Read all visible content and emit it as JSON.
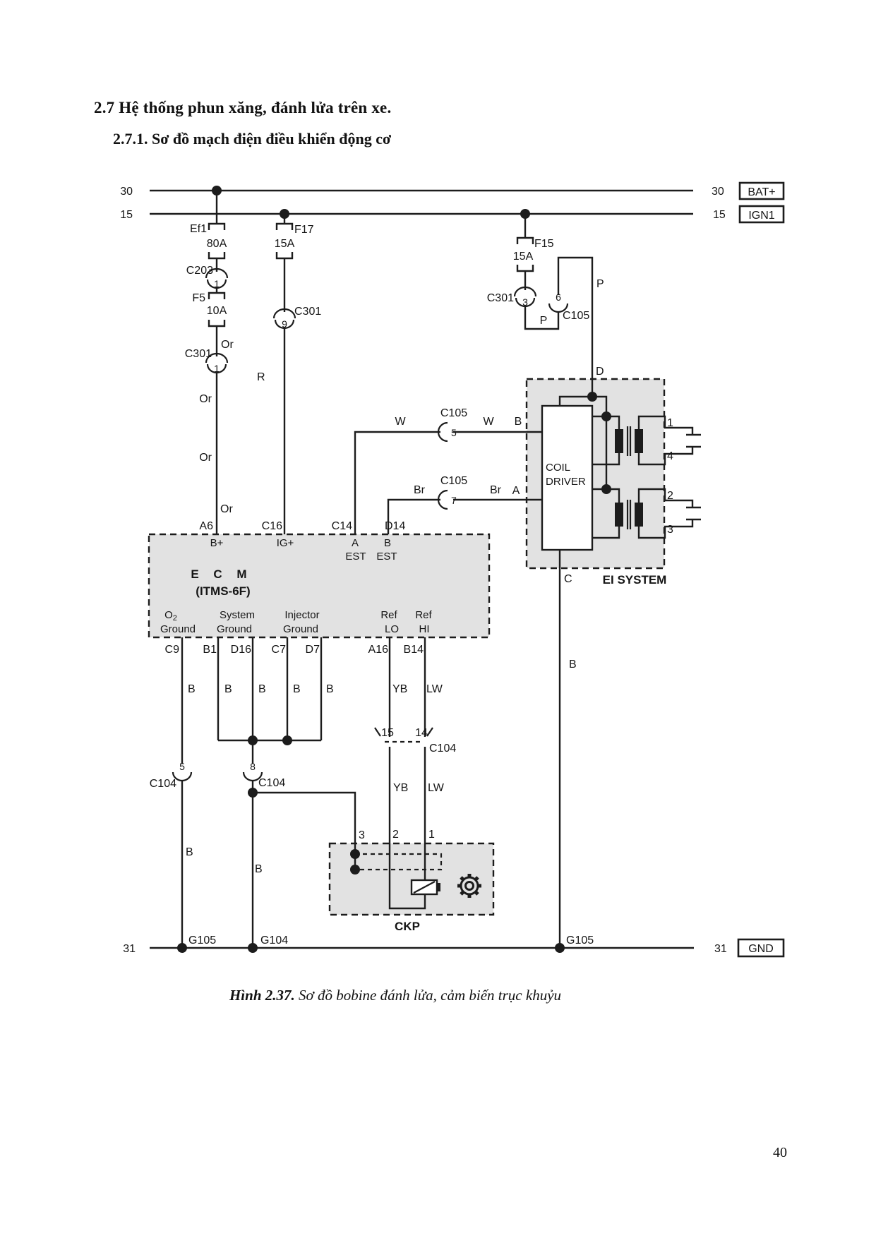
{
  "doc": {
    "heading1": "2.7 Hệ thống phun xăng, đánh lửa trên xe.",
    "heading2": "2.7.1. Sơ đồ mạch điện điều khiển động cơ",
    "caption_label": "Hình 2.37.",
    "caption_text": "Sơ đồ bobine đánh lửa, cảm biến trục khuỷu",
    "page_number": "40"
  },
  "rails": {
    "n30": "30",
    "n15": "15",
    "n31": "31",
    "bat": "BAT+",
    "ign": "IGN1",
    "gnd": "GND"
  },
  "fuses": {
    "ef1": "Ef1",
    "a80": "80A",
    "f17": "F17",
    "a15": "15A",
    "f15": "F15",
    "f5": "F5",
    "a10": "10A"
  },
  "connectors": {
    "c203": "C203",
    "c301": "C301",
    "c105": "C105",
    "c104": "C104"
  },
  "pins": {
    "n1": "1",
    "n2": "2",
    "n3": "3",
    "n4": "4",
    "n5": "5",
    "n6": "6",
    "n7": "7",
    "n8": "8",
    "n9": "9",
    "n14": "14",
    "n15": "15"
  },
  "wire_colors": {
    "or": "Or",
    "r": "R",
    "w": "W",
    "b": "B",
    "br": "Br",
    "p": "P",
    "yb": "YB",
    "lw": "LW"
  },
  "terminals": {
    "a": "A",
    "b": "B",
    "c": "C",
    "d": "D"
  },
  "ecm": {
    "name": "E C M",
    "model": "(ITMS-6F)",
    "pin_a6": "A6",
    "pin_c16": "C16",
    "pin_c14": "C14",
    "pin_d14": "D14",
    "b_plus": "B+",
    "ig_plus": "IG+",
    "est": "EST",
    "o2": "O",
    "o2_sub": "2",
    "ground": "Ground",
    "system": "System",
    "injector": "Injector",
    "ref": "Ref",
    "lo": "LO",
    "hi": "HI",
    "pin_c9": "C9",
    "pin_b1": "B1",
    "pin_d16": "D16",
    "pin_c7": "C7",
    "pin_d7": "D7",
    "pin_a16": "A16",
    "pin_b14": "B14"
  },
  "ei_system": {
    "coil": "COIL",
    "driver": "DRIVER",
    "label": "EI SYSTEM"
  },
  "ckp": {
    "label": "CKP"
  },
  "grounds": {
    "g105": "G105",
    "g104": "G104"
  }
}
